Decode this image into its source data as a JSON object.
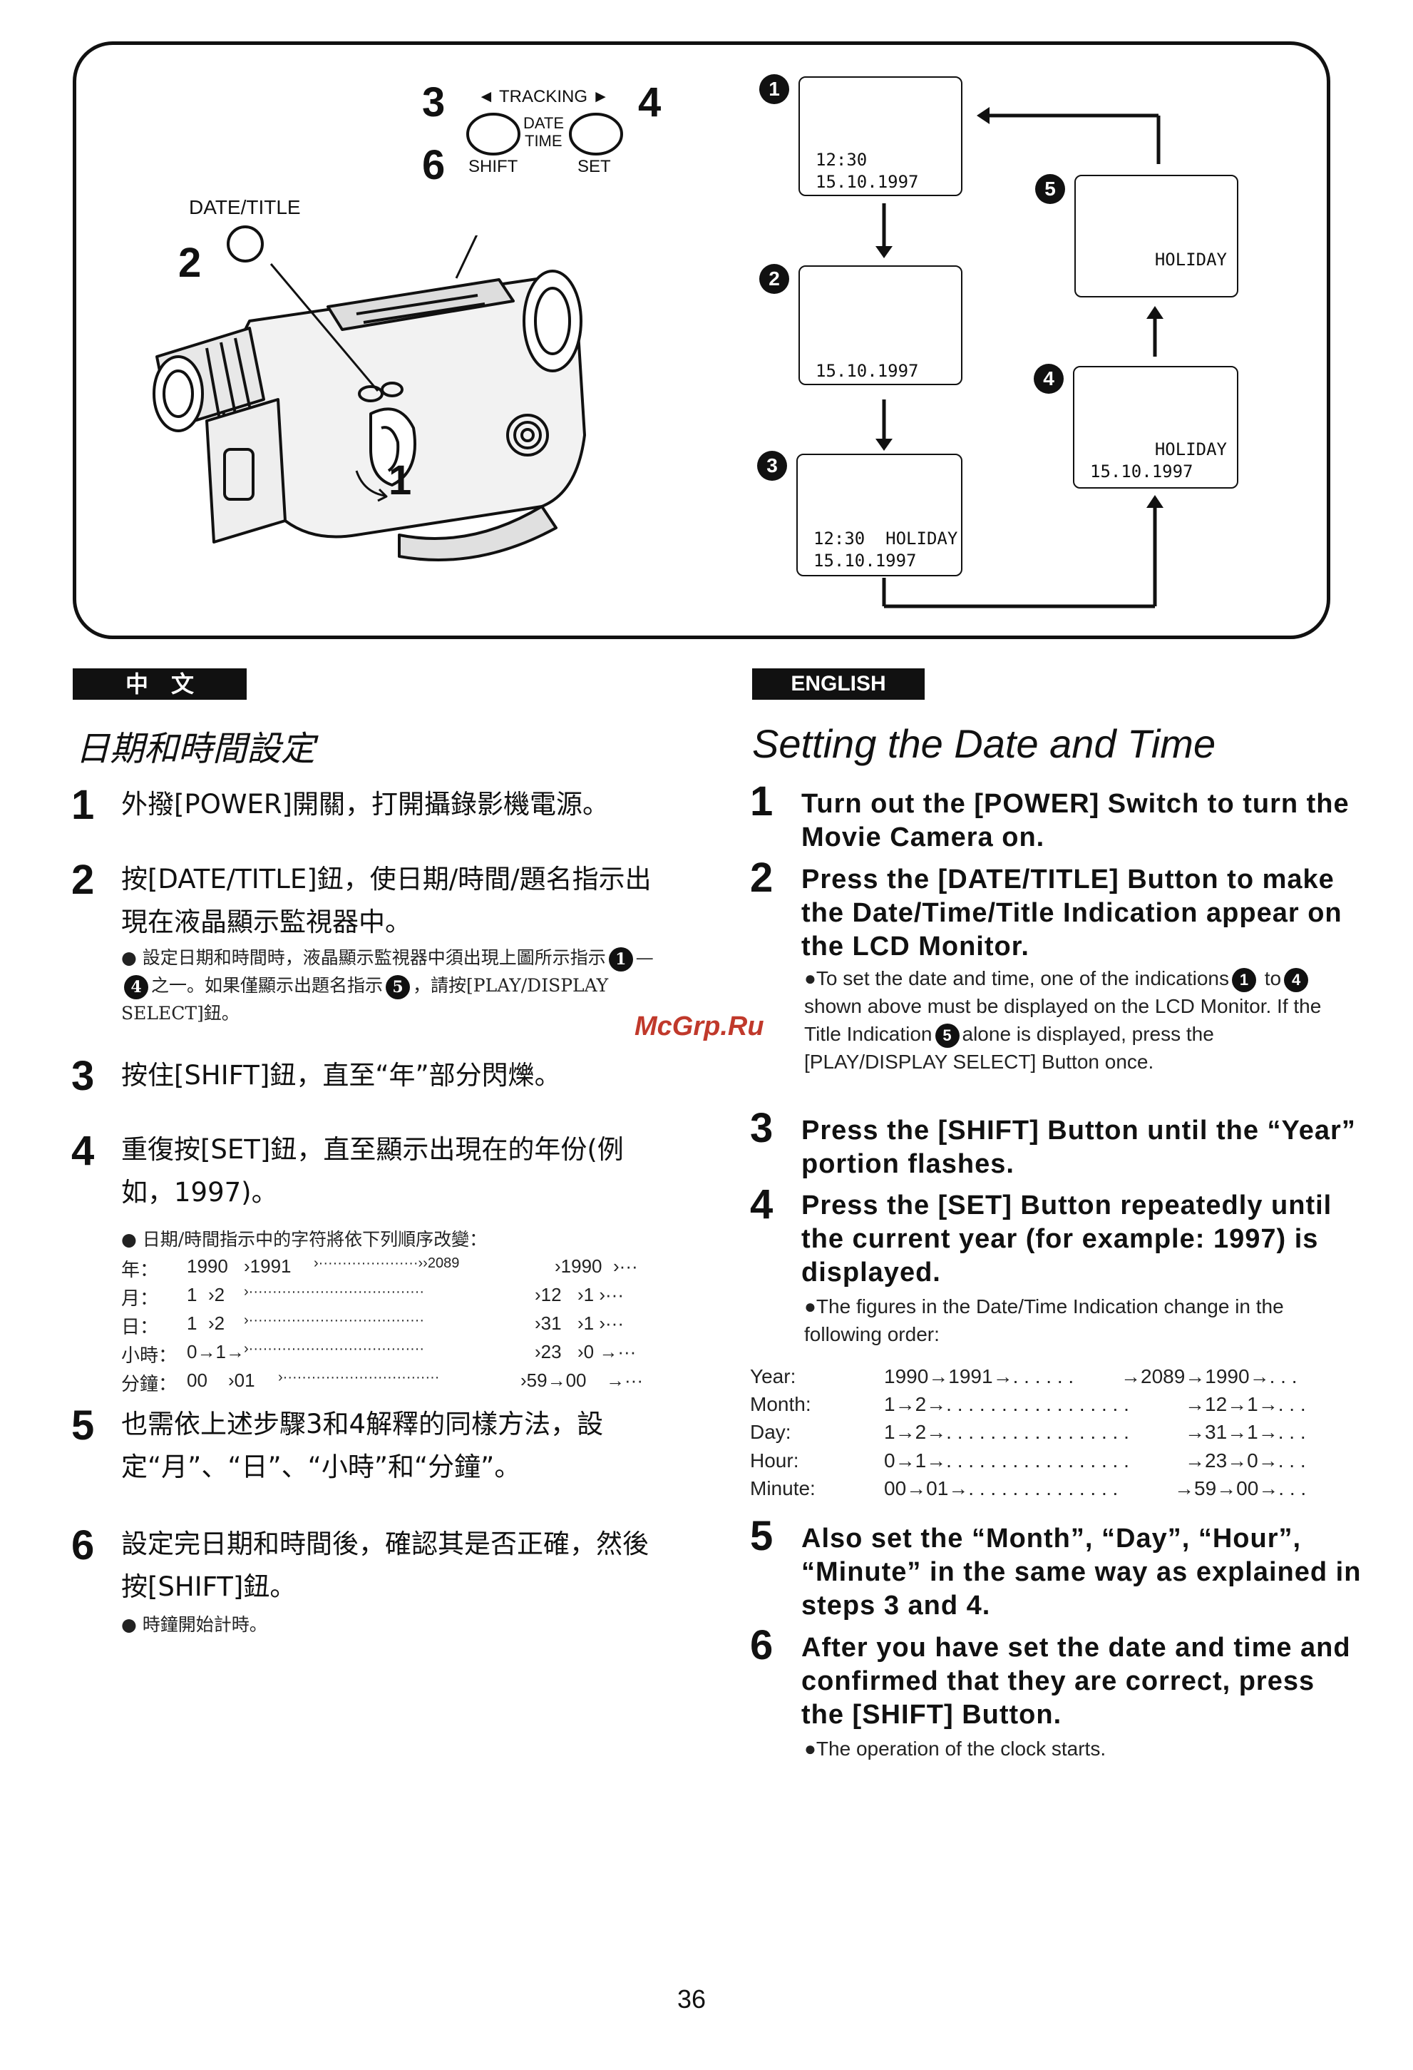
{
  "diagram": {
    "buttons": {
      "num_3": "3",
      "num_4": "4",
      "num_6": "6",
      "num_2": "2",
      "num_1": "1",
      "tracking": "◄ TRACKING ►",
      "date": "DATE",
      "time": "TIME",
      "shift": "SHIFT",
      "set": "SET",
      "date_title": "DATE/TITLE"
    },
    "screens": [
      {
        "marker": "1",
        "line1": "12:30",
        "line2": "15.10.1997"
      },
      {
        "marker": "2",
        "line1": "",
        "line2": "15.10.1997"
      },
      {
        "marker": "3",
        "line1": "12:30  HOLIDAY",
        "line2": "15.10.1997"
      },
      {
        "marker": "4",
        "line1": "HOLIDAY",
        "line2": "15.10.1997"
      },
      {
        "marker": "5",
        "line1": "HOLIDAY",
        "line2": ""
      }
    ]
  },
  "chinese": {
    "lang_label": "中　文",
    "title": "日期和時間設定",
    "steps": [
      {
        "num": "1",
        "text": "外撥[POWER]開關，打開攝錄影機電源。"
      },
      {
        "num": "2",
        "text": "按[DATE/TITLE]鈕，使日期/時間/題名指示出現在液晶顯示監視器中。",
        "note_a": "● 設定日期和時間時，液晶顯示監視器中須出現上圖所示指示",
        "note_m1": "1",
        "note_dash": "—",
        "note_m2": "4",
        "note_b": "之一。如果僅顯示出題名指示",
        "note_m3": "5",
        "note_c": "，請按[PLAY/DISPLAY SELECT]鈕。"
      },
      {
        "num": "3",
        "text": "按住[SHIFT]鈕，直至“年”部分閃爍。"
      },
      {
        "num": "4",
        "text": "重復按[SET]鈕，直至顯示出現在的年份(例如，1997)。",
        "note": "● 日期/時間指示中的字符將依下列順序改變："
      },
      {
        "num": "5",
        "text": "也需依上述步驟3和4解釋的同樣方法，設定“月”、“日”、“小時”和“分鐘”。"
      },
      {
        "num": "6",
        "text": "設定完日期和時間後，確認其是否正確，然後按[SHIFT]鈕。",
        "note": "● 時鐘開始計時。"
      }
    ],
    "sequence": [
      {
        "label": "年：",
        "a": "1990",
        "b": "›1991",
        "c": "›·····················››2089",
        "d": "›1990",
        "e": "›···"
      },
      {
        "label": "月：",
        "a": "1",
        "b": "›2",
        "c": "›·····································",
        "d": "›12",
        "e": "›1 ›···"
      },
      {
        "label": "日：",
        "a": "1",
        "b": "›2",
        "c": "›·····································",
        "d": "›31",
        "e": "›1 ›···"
      },
      {
        "label": "小時：",
        "a": "0→1→",
        "b": "",
        "c": "›·····································",
        "d": "›23",
        "e": "›0 →···"
      },
      {
        "label": "分鐘：",
        "a": "00",
        "b": "›01",
        "c": "›·································",
        "d": "›59→00",
        "e": "→···"
      }
    ]
  },
  "english": {
    "lang_label": "ENGLISH",
    "title": "Setting the Date and Time",
    "steps": [
      {
        "num": "1",
        "text": "Turn out the [POWER] Switch to turn the Movie Camera on."
      },
      {
        "num": "2",
        "text": "Press the [DATE/TITLE] Button to make the Date/Time/Title Indication appear on the LCD Monitor.",
        "note_a": "●To set the date and time, one of the indications",
        "note_m1": "1",
        "note_b": "to",
        "note_m2": "4",
        "note_c": "shown above must be displayed on the LCD Monitor. If the Title Indication",
        "note_m3": "5",
        "note_d": "alone is displayed, press the [PLAY/DISPLAY SELECT] Button once."
      },
      {
        "num": "3",
        "text": "Press the [SHIFT] Button until the “Year” portion flashes."
      },
      {
        "num": "4",
        "text": "Press the [SET] Button repeatedly until the current year (for example: 1997) is displayed.",
        "note": "●The figures in the Date/Time Indication change in the following order:"
      },
      {
        "num": "5",
        "text": "Also set the “Month”, “Day”, “Hour”, “Minute” in the same way as explained in steps 3 and 4."
      },
      {
        "num": "6",
        "text": "After you have set the date and time and confirmed that they are correct, press the [SHIFT] Button.",
        "note": "●The operation of the clock starts."
      }
    ],
    "sequence": [
      {
        "label": "Year:",
        "a": "1990→1991→. . . . . .",
        "b": "→2089→1990→. . ."
      },
      {
        "label": "Month:",
        "a": "1→2→. . . . . . . . . . . . . . . . .",
        "b": "→12→1→. . ."
      },
      {
        "label": "Day:",
        "a": "1→2→. . . . . . . . . . . . . . . . .",
        "b": "→31→1→. . ."
      },
      {
        "label": "Hour:",
        "a": "0→1→. . . . . . . . . . . . . . . . .",
        "b": "→23→0→. . ."
      },
      {
        "label": "Minute:",
        "a": "00→01→. . . . . . . . . . . . . .",
        "b": "→59→00→. . ."
      }
    ]
  },
  "watermark": "McGrp.Ru",
  "page_number": "36"
}
